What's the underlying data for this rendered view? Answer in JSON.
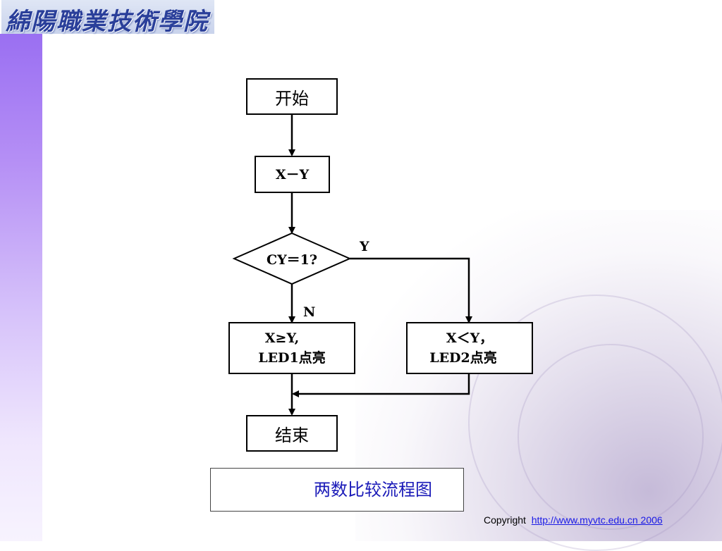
{
  "header": {
    "logo_text": "綿陽職業技術學院"
  },
  "flowchart": {
    "start": "开始",
    "process": "X－Y",
    "decision": "CY＝1?",
    "branch_yes_label": "Y",
    "branch_no_label": "N",
    "result_left_line1": "X≥Y,",
    "result_left_line2": "LED1点亮",
    "result_right_line1": "X＜Y，",
    "result_right_line2": "LED2点亮",
    "end": "结束"
  },
  "caption": "两数比较流程图",
  "footer": {
    "copyright_label": "Copyright",
    "link_text": "http://www.myvtc.edu.cn 2006"
  },
  "colors": {
    "accent_band": "#9a6ff2",
    "caption_text": "#1a1ab8",
    "link": "#1a1ae6"
  }
}
